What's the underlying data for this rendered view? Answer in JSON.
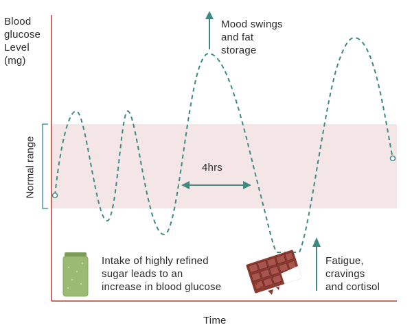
{
  "y_axis_label": "Blood\nglucose\nLevel\n(mg)",
  "band_label": "Normal range",
  "x_axis_label": "Time",
  "annotations": {
    "mood_swings": "Mood swings\nand fat\nstorage",
    "interval": "4hrs",
    "intake": "Intake of highly refined\nsugar leads to an\nincrease in blood glucose",
    "fatigue": "Fatigue,\ncravings\nand cortisol"
  },
  "icons": [
    "sugar-jar-icon",
    "chocolate-bar-icon"
  ],
  "colors": {
    "axis": "#c0392b",
    "curve": "#3c8a80",
    "band": "#f4e6e7",
    "jar": "#8fb06b",
    "chocolate": "#8c3b33"
  }
}
